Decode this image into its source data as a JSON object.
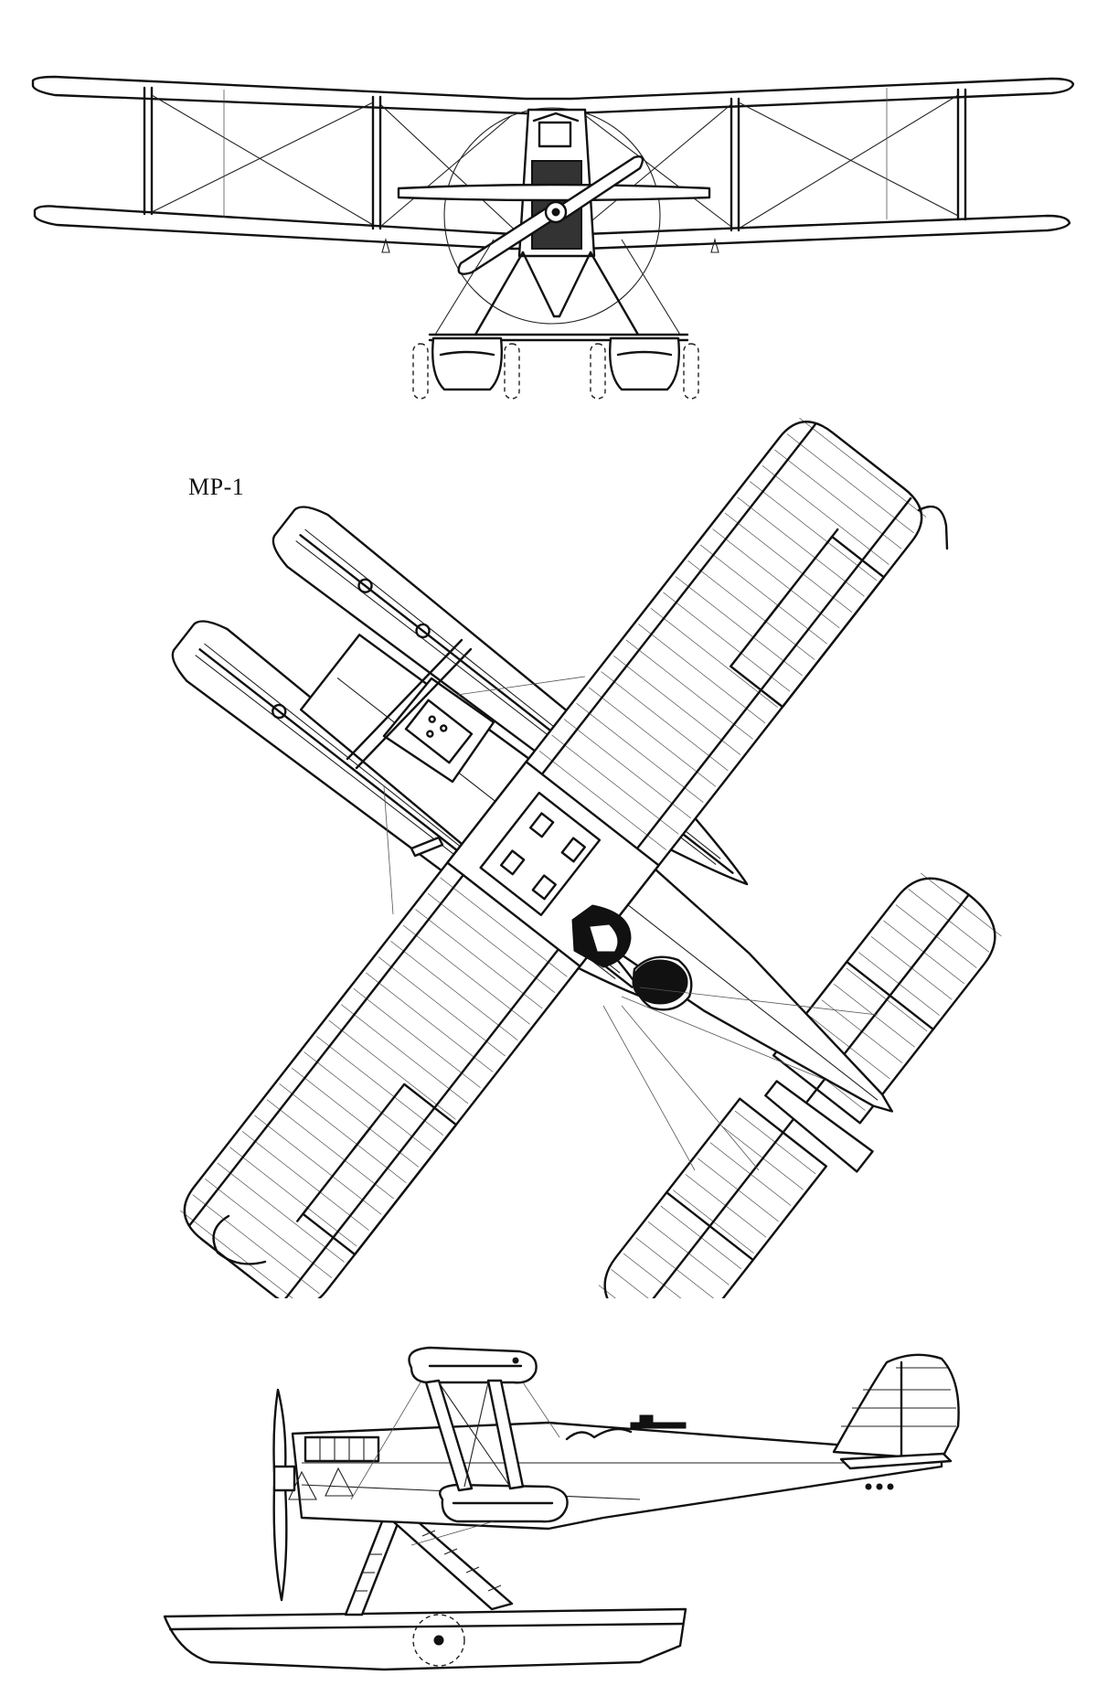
{
  "drawing": {
    "model_label": "MP-1",
    "ink_color": "#111111",
    "paper_color": "#ffffff"
  },
  "views": [
    {
      "view": "front",
      "icon": "front-view-icon"
    },
    {
      "view": "top",
      "icon": "plan-view-icon"
    },
    {
      "view": "side",
      "icon": "side-view-icon"
    }
  ]
}
